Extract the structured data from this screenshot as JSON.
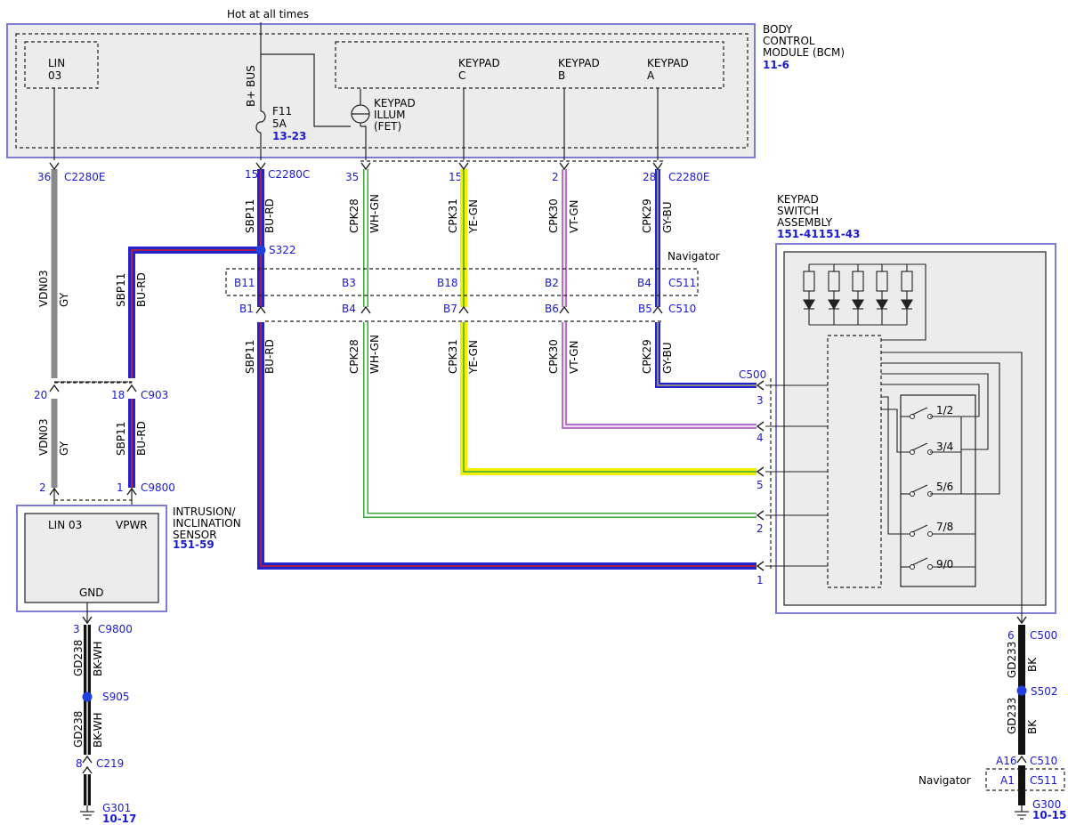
{
  "top": {
    "hot_label": "Hot at all times"
  },
  "bcm": {
    "title_lines": [
      "BODY",
      "CONTROL",
      "MODULE (BCM)"
    ],
    "ref": "11-6",
    "lin_lines": [
      "LIN",
      "03"
    ],
    "bbus": "B+ BUS",
    "fuse_lines": [
      "F11",
      "5A"
    ],
    "fuse_ref": "13-23",
    "illum_lines": [
      "KEYPAD",
      "ILLUM",
      "(FET)"
    ],
    "keypad_c": [
      "KEYPAD",
      "C"
    ],
    "keypad_b": [
      "KEYPAD",
      "B"
    ],
    "keypad_a": [
      "KEYPAD",
      "A"
    ],
    "pin_lin": "36",
    "conn_left": "C2280E",
    "pin_bplus": "15",
    "conn_mid": "C2280C",
    "pin_illum": "35",
    "pin_c": "15",
    "pin_b": "2",
    "pin_a": "28",
    "conn_right": "C2280E"
  },
  "wires": {
    "vdn03": "VDN03",
    "gy": "GY",
    "sbp11": "SBP11",
    "bu_rd": "BU-RD",
    "cpk28": "CPK28",
    "wh_gn": "WH-GN",
    "cpk31": "CPK31",
    "ye_gn": "YE-GN",
    "cpk30": "CPK30",
    "vt_gn": "VT-GN",
    "cpk29": "CPK29",
    "gy_bu": "GY-BU",
    "gd238": "GD238",
    "bk_wh": "BK-WH",
    "gd233": "GD233",
    "bk": "BK"
  },
  "splices": {
    "s322": "S322",
    "s905": "S905",
    "s502": "S502"
  },
  "navigator": "Navigator",
  "c511": {
    "name": "C511",
    "pins": [
      "B11",
      "B3",
      "B18",
      "B2",
      "B4"
    ]
  },
  "c510": {
    "name": "C510",
    "pins": [
      "B1",
      "B4",
      "B7",
      "B6",
      "B5"
    ]
  },
  "c903": {
    "name": "C903",
    "pin_left": "20",
    "pin_right": "18"
  },
  "c9800": {
    "name": "C9800",
    "pin_left": "2",
    "pin_right": "1"
  },
  "sensor": {
    "title_lines": [
      "INTRUSION/",
      "INCLINATION",
      "SENSOR"
    ],
    "ref": "151-59",
    "lin": "LIN 03",
    "vpwr": "VPWR",
    "gnd": "GND",
    "gnd_pin": "3",
    "gnd_conn": "C9800"
  },
  "c219": {
    "name": "C219",
    "pin": "8"
  },
  "g301": {
    "name": "G301",
    "ref": "10-17"
  },
  "keypad_switch": {
    "title_lines": [
      "KEYPAD",
      "SWITCH",
      "ASSEMBLY"
    ],
    "ref": "151-41151-43",
    "conn": "C500",
    "pins": [
      "3",
      "4",
      "5",
      "2",
      "1"
    ],
    "switches": [
      "1/2",
      "3/4",
      "5/6",
      "7/8",
      "9/0"
    ],
    "gnd_pin": "6",
    "gnd_conn": "C500"
  },
  "c510_gnd": {
    "pin": "A16",
    "name": "C510"
  },
  "c511_gnd": {
    "pin": "A1",
    "name": "C511"
  },
  "g300": {
    "name": "G300",
    "ref": "10-15"
  },
  "colors": {
    "gray": "#8a8a8a",
    "blue": "#2323cc",
    "red": "#cc2222",
    "white": "#ffffff",
    "green": "#3aa63a",
    "yellow": "#f0f000",
    "violet": "#b873c8",
    "black": "#111111",
    "label_blue": "#1a1ad0",
    "splice": "#1f3fe0"
  }
}
